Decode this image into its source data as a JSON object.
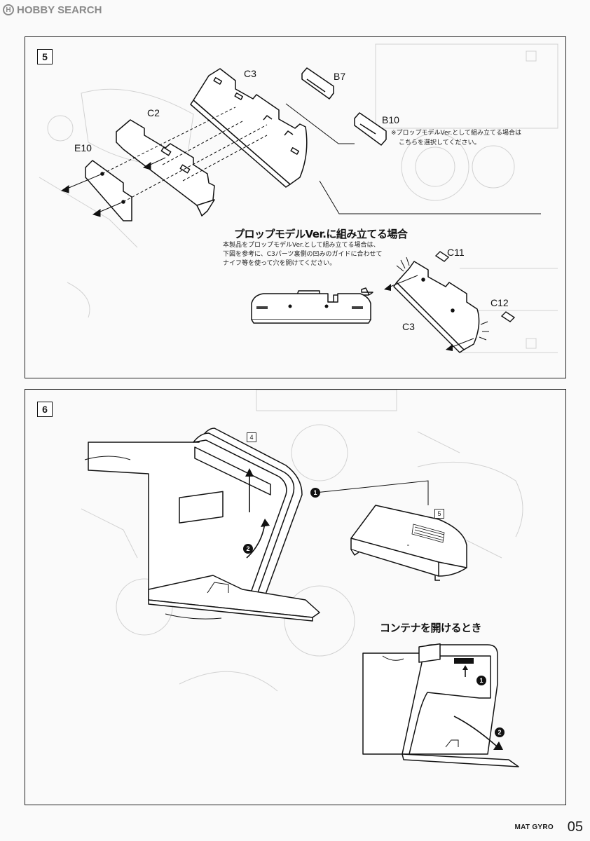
{
  "watermark": {
    "icon": "H",
    "text": "HOBBY SEARCH"
  },
  "step5": {
    "number": "5",
    "parts": {
      "c3": "C3",
      "b7": "B7",
      "c2": "C2",
      "b10": "B10",
      "e10": "E10",
      "c11": "C11",
      "c12": "C12",
      "c3b": "C3"
    },
    "note_line1": "※プロップモデルVer.として組み立てる場合は",
    "note_line2": "こちらを選択してください。",
    "prop_heading": "プロップモデルVer.に組み立てる場合",
    "prop_text": [
      "本製品をプロップモデルVer.として組み立てる場合は、",
      "下図を参考に、C3パーツ裏側の凹みのガイドに合わせて",
      "ナイフ等を使って穴を開けてください。"
    ]
  },
  "step6": {
    "number": "6",
    "ref_a": "4",
    "ref_b": "5",
    "circle1": "1",
    "circle2": "2",
    "open_heading": "コンテナを開けるとき",
    "open_circle1": "1",
    "open_circle2": "2"
  },
  "footer": {
    "model": "MAT GYRO",
    "page": "05"
  }
}
